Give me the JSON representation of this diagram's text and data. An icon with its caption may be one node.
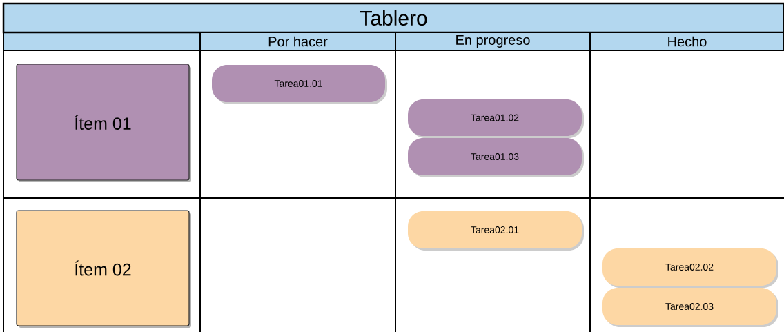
{
  "diagram": {
    "nodes": [
      {
        "text": [
          "Tablero"
        ]
      },
      {
        "text": [
          "Por hacer"
        ]
      },
      {
        "text": [
          "En progreso"
        ]
      },
      {
        "text": [
          "Hecho"
        ]
      },
      {
        "text": [
          "Ítem 01"
        ]
      },
      {
        "text": [
          "Tarea01.01"
        ]
      },
      {
        "text": [
          "Tarea01.02"
        ]
      },
      {
        "text": [
          "Tarea01.03"
        ]
      },
      {
        "text": [
          "Ítem 02"
        ]
      },
      {
        "text": [
          "Tarea02.01"
        ]
      },
      {
        "text": [
          "Tarea02.02"
        ]
      },
      {
        "text": [
          "Tarea02.03"
        ]
      }
    ]
  }
}
